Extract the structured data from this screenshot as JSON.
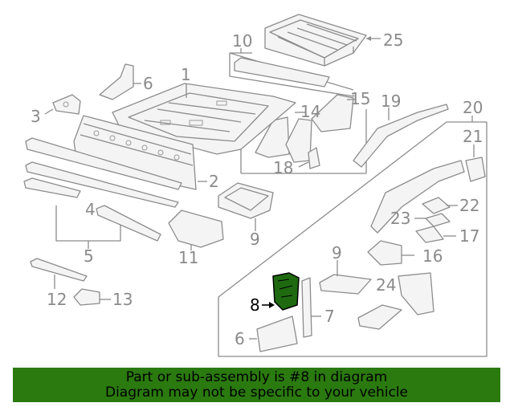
{
  "callouts": {
    "n1": "1",
    "n2": "2",
    "n3": "3",
    "n4": "4",
    "n5": "5",
    "n6a": "6",
    "n6b": "6",
    "n7": "7",
    "n8": "8",
    "n9a": "9",
    "n9b": "9",
    "n10": "10",
    "n11": "11",
    "n12": "12",
    "n13": "13",
    "n14": "14",
    "n15": "15",
    "n16": "16",
    "n17": "17",
    "n18": "18",
    "n19": "19",
    "n20": "20",
    "n21": "21",
    "n22": "22",
    "n23": "23",
    "n24": "24",
    "n25": "25"
  },
  "highlight": {
    "part_number": "8",
    "color": "#2a7a0f"
  },
  "banner": {
    "line1": "Part or sub-assembly is #8 in diagram",
    "line2": "Diagram may not be specific to your vehicle",
    "background": "#2a7a0f"
  }
}
